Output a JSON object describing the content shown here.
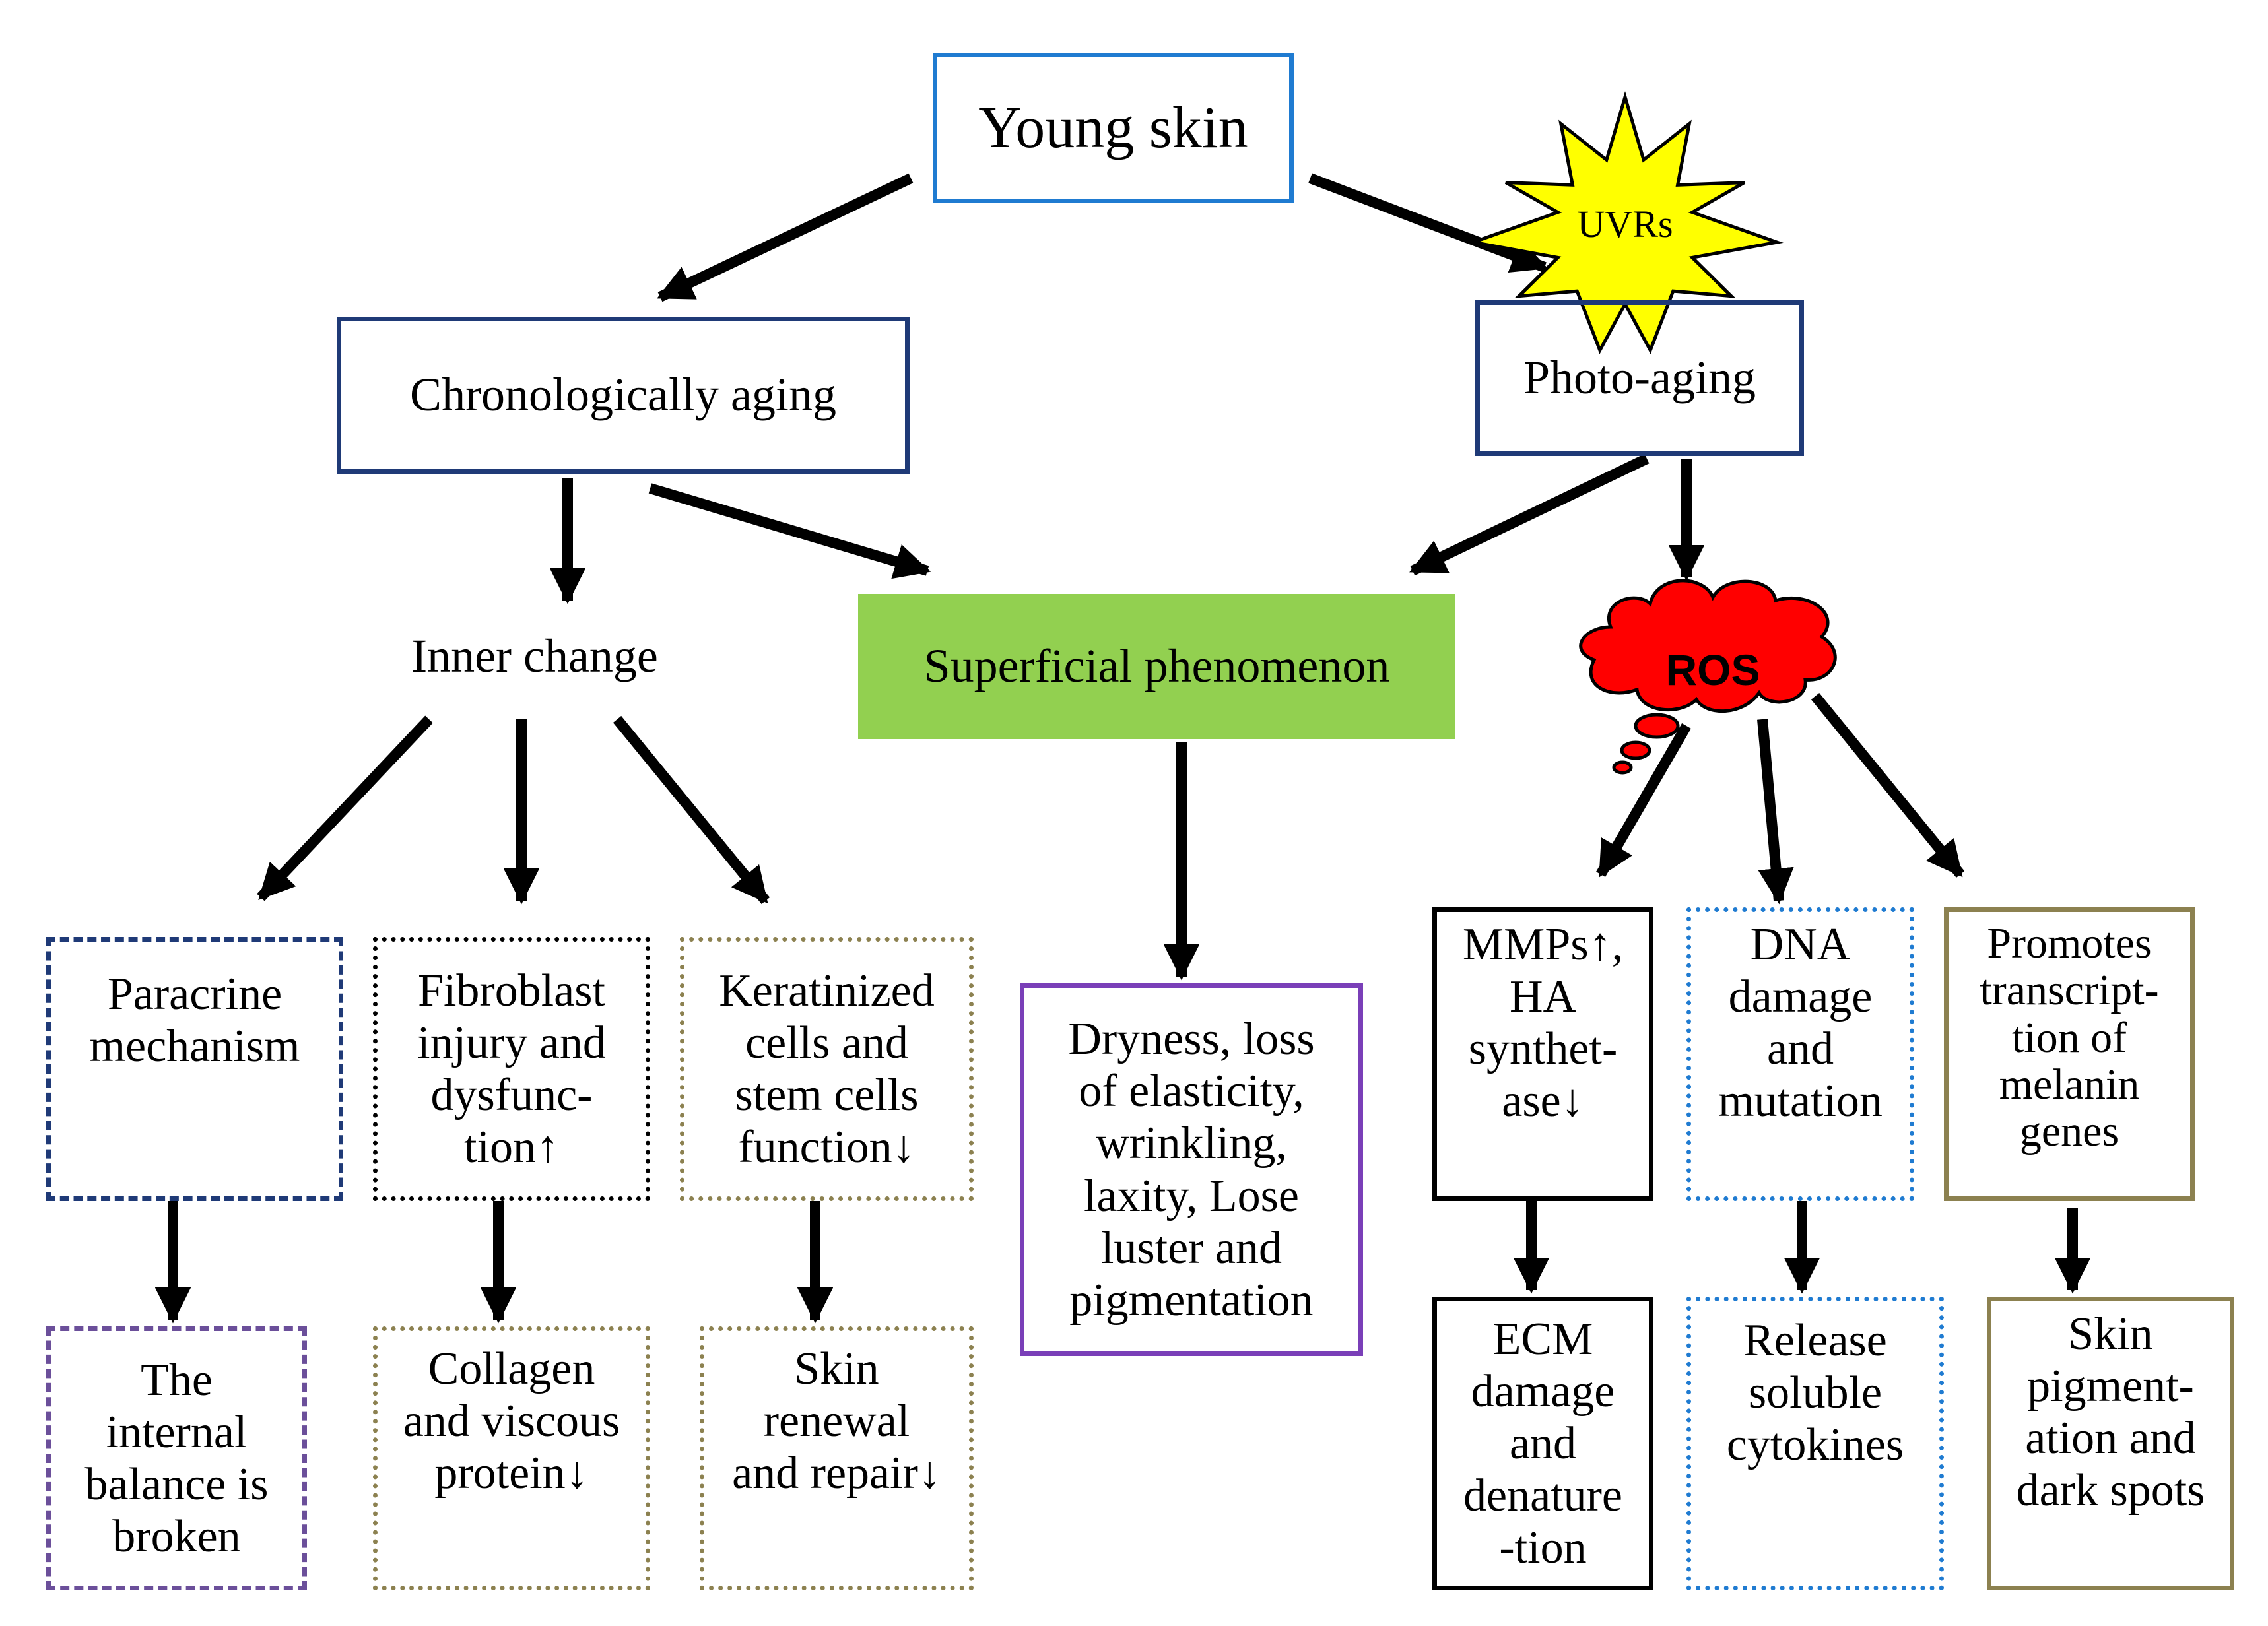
{
  "nodes": {
    "young_skin": "Young skin",
    "uvrs": "UVRs",
    "chrono": "Chronologically aging",
    "photo": "Photo-aging",
    "inner": "Inner change",
    "superficial": "Superficial phenomenon",
    "ros": "ROS",
    "paracrine": [
      "Paracrine",
      "mechanism"
    ],
    "fibroblast": [
      "Fibroblast",
      "injury and",
      "dysfunc-",
      "tion↑"
    ],
    "keratinized": [
      "Keratinized",
      "cells and",
      "stem cells",
      "function↓"
    ],
    "dryness": [
      "Dryness, loss",
      "of elasticity,",
      "wrinkling,",
      "laxity, Lose",
      "luster and",
      "pigmentation"
    ],
    "mmps": [
      "MMPs↑,",
      "HA",
      "synthet-",
      "ase↓"
    ],
    "dna": [
      "DNA",
      "damage",
      "and",
      "mutation"
    ],
    "promotes": [
      "Promotes",
      "transcript-",
      "tion of",
      "melanin",
      "genes"
    ],
    "balance": [
      "The",
      "internal",
      "balance is",
      "broken"
    ],
    "collagen": [
      "Collagen",
      "and viscous",
      "protein↓"
    ],
    "renewal": [
      "Skin",
      "renewal",
      "and repair↓"
    ],
    "ecm": [
      "ECM",
      "damage",
      "and",
      "denature",
      "-tion"
    ],
    "release": [
      "Release",
      "soluble",
      "cytokines"
    ],
    "pigment": [
      "Skin",
      "pigment-",
      "ation and",
      "dark spots"
    ]
  },
  "colors": {
    "blue": "#1f7bd1",
    "navy": "#1f3a77",
    "green": "#92d050",
    "purple": "#7a3fb8",
    "olive": "#8c8150",
    "star": "#ffff00",
    "ros": "#ff0000"
  }
}
